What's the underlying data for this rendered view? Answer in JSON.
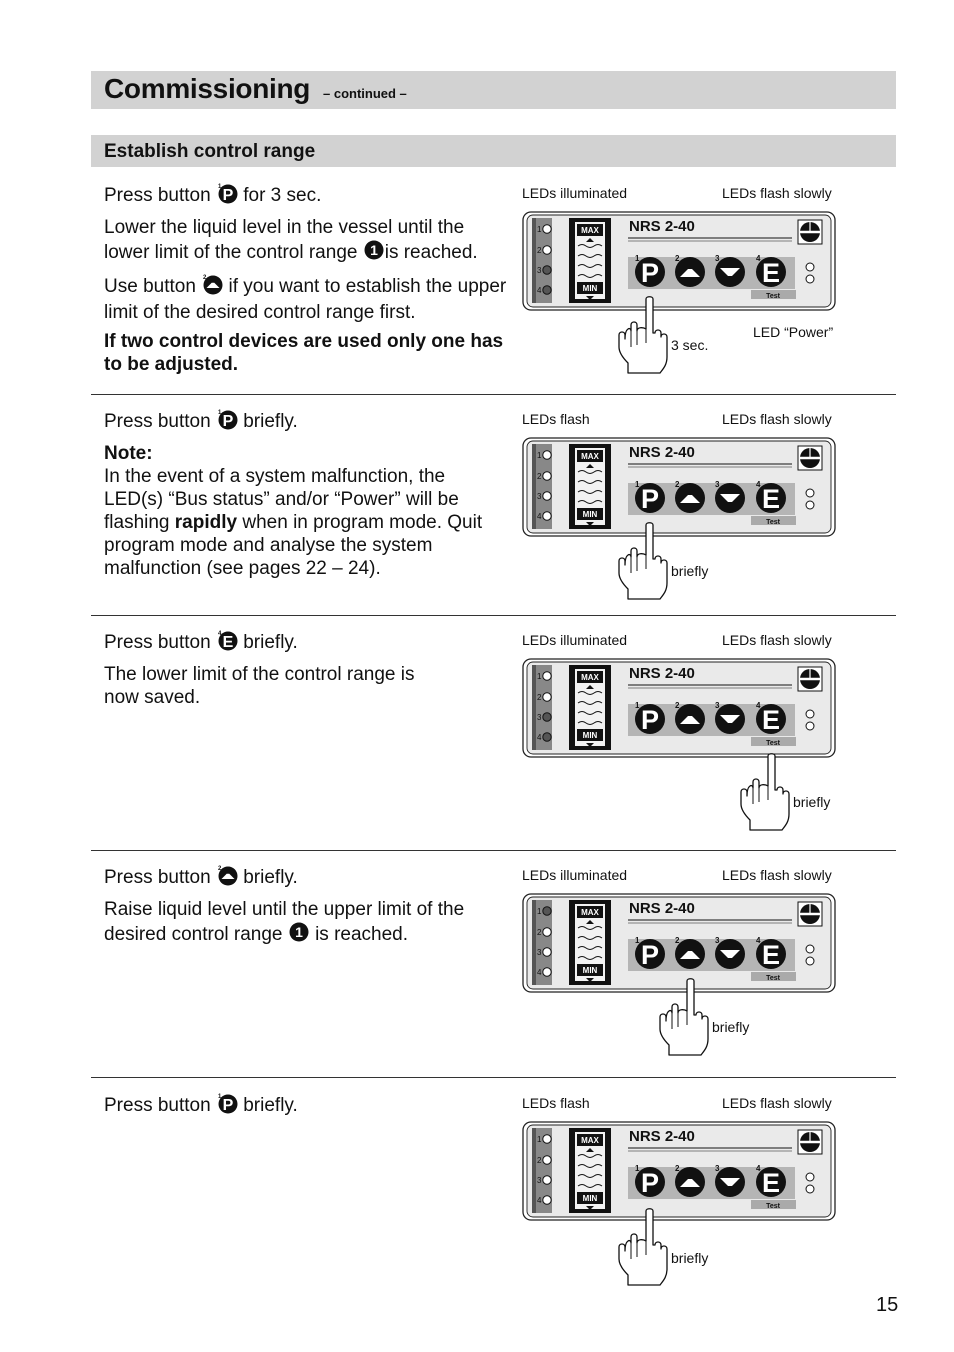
{
  "header": {
    "title": "Commissioning",
    "continued": "– continued –"
  },
  "section": {
    "title": "Establish control range"
  },
  "device": {
    "model": "NRS 2-40",
    "max": "MAX",
    "min": "MIN",
    "test": "Test",
    "p": "P",
    "e": "E",
    "led_numbers": [
      "1",
      "2",
      "3",
      "4"
    ]
  },
  "steps": [
    {
      "p1_a": "Press button",
      "p1_b": "for 3 sec.",
      "p2_a": "Lower the liquid level in the vessel until the lower limit of the control range",
      "p2_b": "is reached.",
      "p3_a": "Use button",
      "p3_b": "if you want to establish the upper limit of the desired control range first.",
      "p4": "If two control devices are used only one has to be adjusted.",
      "label_left": "LEDs illuminated",
      "label_right": "LEDs flash slowly",
      "label_power": "LED “Power”",
      "press_label": "3 sec."
    },
    {
      "p1_a": "Press button",
      "p1_b": "briefly.",
      "note_title": "Note:",
      "note_a": "In the event of a system malfunction, the LED(s) “Bus status” and/or “Power” will be flashing",
      "note_bold": "rapidly",
      "note_b": "when in program mode. Quit program mode and analyse the system malfunction (see pages 22 – 24).",
      "label_left": "LEDs flash",
      "label_right": "LEDs flash slowly",
      "press_label": "briefly"
    },
    {
      "p1_a": "Press button",
      "p1_b": "briefly.",
      "p2": "The lower limit of the control range is now saved.",
      "label_left": "LEDs illuminated",
      "label_right": "LEDs flash slowly",
      "press_label": "briefly"
    },
    {
      "p1_a": "Press button",
      "p1_b": "briefly.",
      "p2_a": "Raise liquid level until the upper limit of the desired control range",
      "p2_b": "is reached.",
      "label_left": "LEDs illuminated",
      "label_right": "LEDs flash slowly",
      "press_label": "briefly"
    },
    {
      "p1_a": "Press button",
      "p1_b": "briefly.",
      "label_left": "LEDs flash",
      "label_right": "LEDs flash slowly",
      "press_label": "briefly"
    }
  ],
  "icons": {
    "p_button": "p-button-icon",
    "e_button": "e-button-icon",
    "up_button": "up-button-icon",
    "marker_1": "number-1-icon",
    "hand": "pointing-hand-icon"
  },
  "page_number": "15"
}
